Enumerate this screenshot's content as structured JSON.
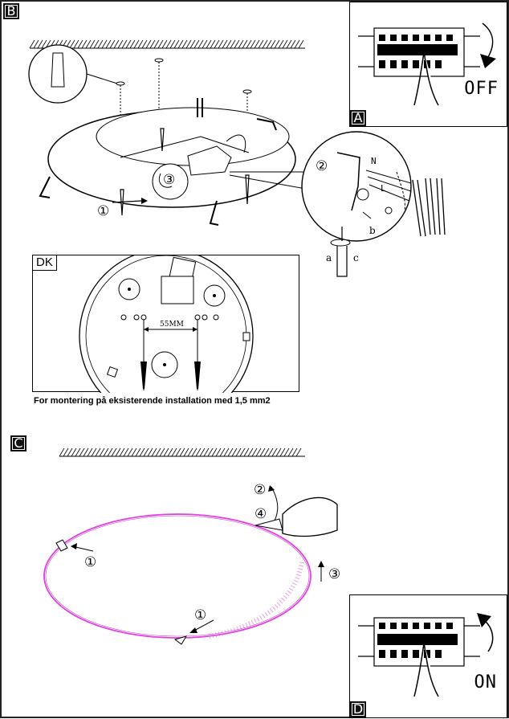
{
  "sections": {
    "b": "B",
    "a": "A",
    "c": "C",
    "d": "D"
  },
  "panel_a": {
    "status": "OFF"
  },
  "panel_d": {
    "status": "ON"
  },
  "section_b": {
    "step1": "①",
    "step2": "②",
    "step3": "③",
    "wire_n": "N",
    "wire_l": "L",
    "screw_a": "a",
    "screw_b": "b",
    "screw_c": "c"
  },
  "dk_box": {
    "label": "DK",
    "dimension": "55MM",
    "caption": "For montering på  eksisterende installation med 1,5 mm2"
  },
  "section_c": {
    "step1_left": "①",
    "step1_bottom": "①",
    "step2": "②",
    "step3": "③",
    "step4": "④"
  }
}
